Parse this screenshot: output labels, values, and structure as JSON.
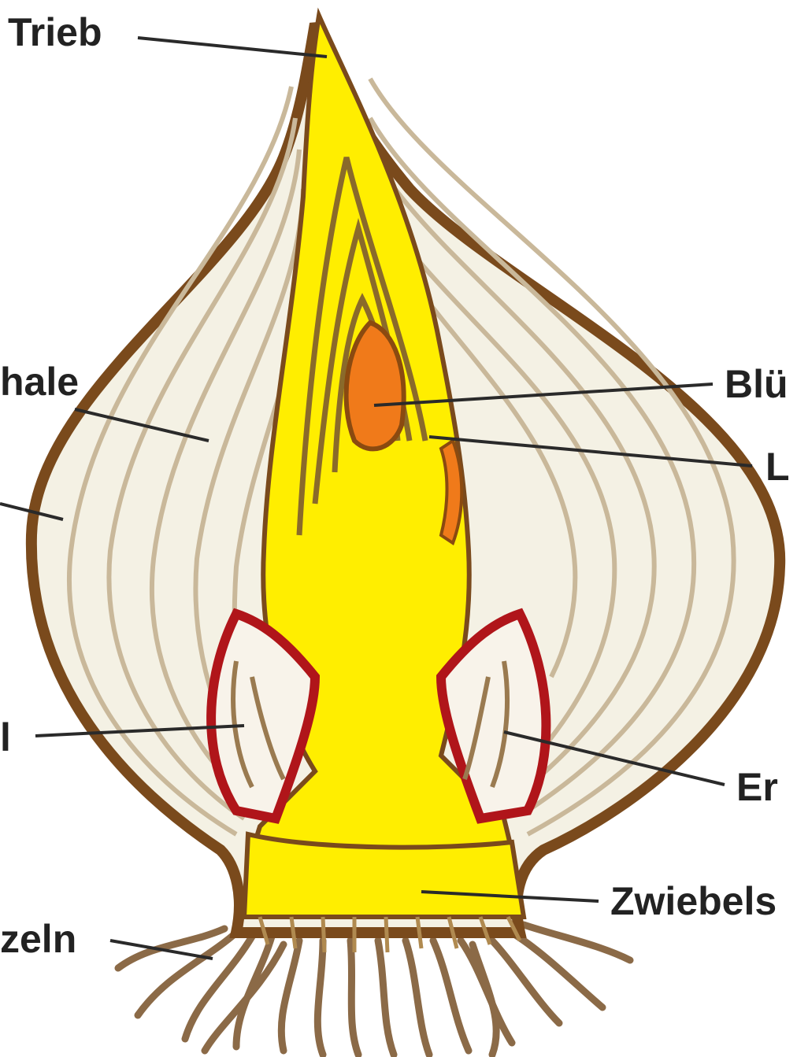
{
  "labels": {
    "trieb": "Trieb",
    "schale": "hale",
    "haut": "",
    "bluete": "Blü",
    "laubblatt": "L",
    "nebenzwiebel_left": "l",
    "nebenzwiebel_right": "Er",
    "zwiebelscheibe": "Zwiebels",
    "wurzeln": "zeln"
  },
  "colors": {
    "skin": "#7a4a1c",
    "scale_fill": "#f4f1e4",
    "scale_line": "#c9b89a",
    "core": "#ffee00",
    "flower": "#f07a1a",
    "bud_outline": "#b0151a",
    "root": "#8b6a47"
  }
}
